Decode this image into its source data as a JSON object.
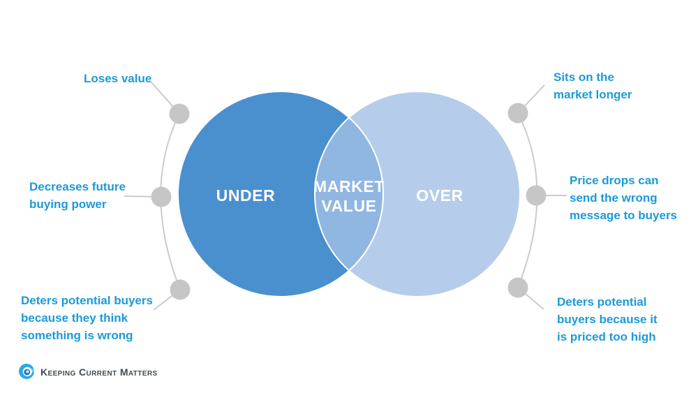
{
  "venn": {
    "under_label": "UNDER",
    "overlap_label": "MARKET\nVALUE",
    "over_label": "OVER"
  },
  "callouts": {
    "left": [
      {
        "text": "Loses value"
      },
      {
        "text": "Decreases future\nbuying power"
      },
      {
        "text": "Deters potential buyers\nbecause they think\nsomething is wrong"
      }
    ],
    "right": [
      {
        "text": "Sits on the\nmarket longer"
      },
      {
        "text": "Price drops can\nsend the wrong\nmessage to buyers"
      },
      {
        "text": "Deters potential\nbuyers because it\nis priced too high"
      }
    ]
  },
  "footer": {
    "brand": "Keeping Current Matters"
  },
  "colors": {
    "circle_under": "#4A90CE",
    "circle_over": "#B5CDEA",
    "circle_overlap": "#90B6E2",
    "callout_text": "#1B9AD8",
    "connector_gray": "#CBCBCB",
    "dot_gray": "#C6C6C6",
    "brand_cyan": "#29ABE2",
    "brand_dark": "#414A52",
    "label_white": "#FFFFFF"
  }
}
